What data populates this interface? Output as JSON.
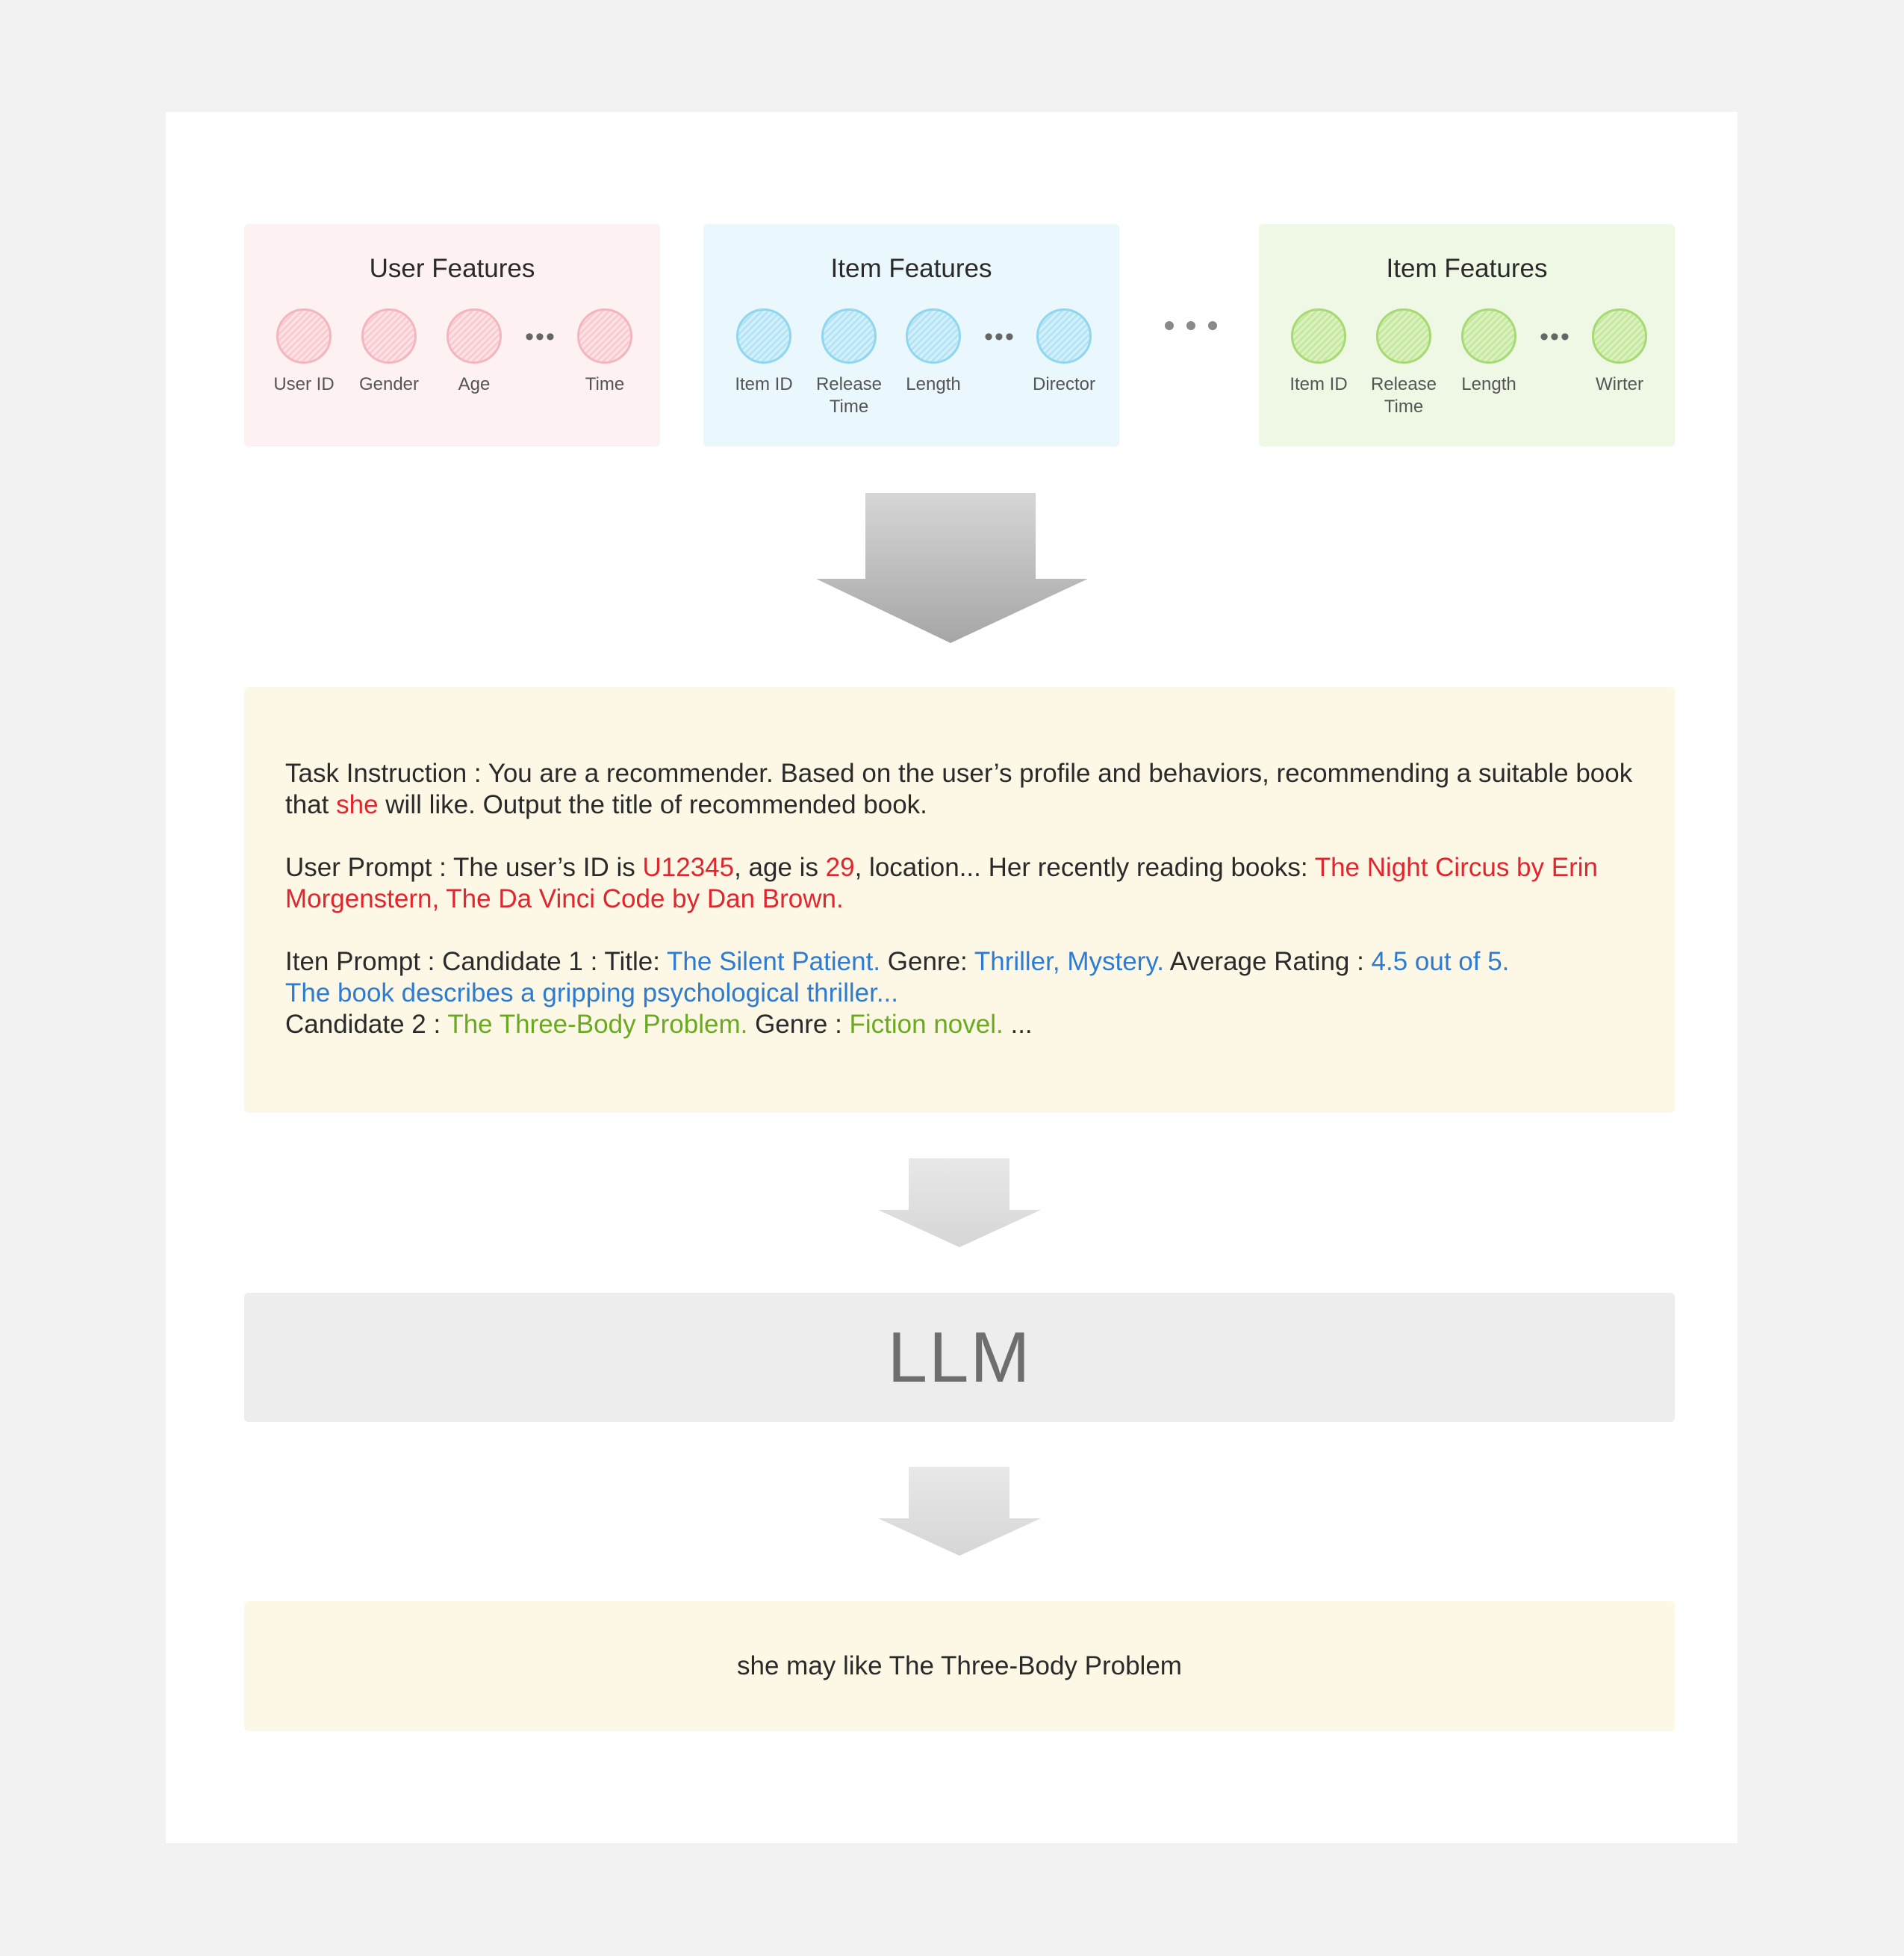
{
  "panels": {
    "user": {
      "title": "User Features",
      "features": [
        "User ID",
        "Gender",
        "Age",
        "Time"
      ]
    },
    "item_movie": {
      "title": "Item Features",
      "features": [
        "Item ID",
        "Release Time",
        "Length",
        "Director"
      ]
    },
    "item_book": {
      "title": "Item Features",
      "features": [
        "Item ID",
        "Release Time",
        "Length",
        "Wirter"
      ]
    },
    "ellipsis": "•••"
  },
  "prompt": {
    "task": {
      "prefix": "Task Instruction : You are a recommender. Based on the user’s profile and behaviors, recommending a suitable book that ",
      "highlight": "she",
      "suffix": " will like. Output the title of recommended book."
    },
    "user": {
      "prefix": "User Prompt : The user’s ID is ",
      "id": "U12345",
      "mid1": ", age is ",
      "age": "29",
      "mid2": ", location... Her recently reading books: ",
      "books": "The Night Circus by Erin Morgenstern, The Da Vinci Code by Dan Brown."
    },
    "item": {
      "prefix": "Iten Prompt : Candidate 1 : Title: ",
      "c1_title": "The Silent Patient.",
      "genre_label": " Genre: ",
      "c1_genre": "Thriller, Mystery.",
      "rating_label": " Average Rating : ",
      "c1_rating": "4.5 out of 5.",
      "c1_desc": "The book describes a gripping psychological thriller...",
      "c2_prefix": "Candidate 2 : ",
      "c2_title": "The Three-Body Problem.",
      "c2_genre_label": " Genre : ",
      "c2_genre": "Fiction novel.",
      "c2_suffix": " ..."
    }
  },
  "llm": {
    "label": "LLM"
  },
  "output": {
    "text": "she may like The Three-Body Problem"
  },
  "colors": {
    "user_highlight": "#e0262e",
    "candidate1": "#2e7bd2",
    "candidate2": "#6aaa22",
    "user_panel_bg": "#fdf1f1",
    "item_movie_panel_bg": "#eaf7fc",
    "item_book_panel_bg": "#eff7e5",
    "prompt_bg": "#fdf7e5",
    "llm_bg": "#ededed"
  }
}
